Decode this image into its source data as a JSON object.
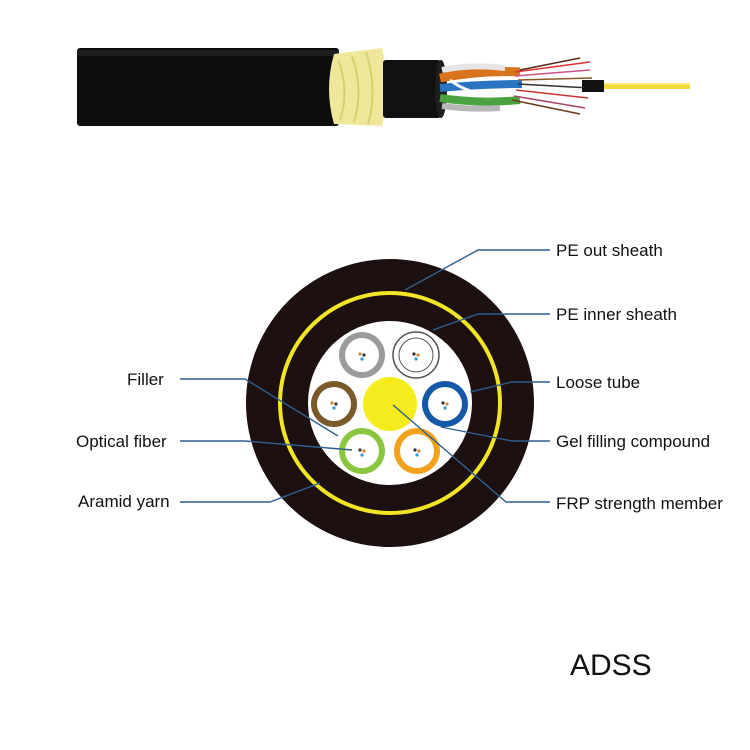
{
  "diagram": {
    "title": "ADSS",
    "labels": {
      "pe_out_sheath": "PE out sheath",
      "pe_inner_sheath": "PE inner sheath",
      "loose_tube": "Loose tube",
      "gel_filling_compound": "Gel filling compound",
      "frp_strength_member": "FRP strength member",
      "filler": "Filler",
      "optical_fiber": "Optical fiber",
      "aramid_yarn": "Aramid yarn"
    },
    "colors": {
      "outer_sheath": "#1c1010",
      "inner_ring": "#f2e526",
      "aramid": "#efe9a6",
      "leader_line": "#2f5f8f",
      "frp": "#f4ec1c",
      "tube_gray": "#9b9b9b",
      "tube_white": "#ffffff",
      "tube_brown": "#7a5a2a",
      "tube_blue": "#1558a8",
      "tube_green": "#8cc63f",
      "tube_orange": "#f3a21d"
    },
    "icons": [
      "cable-photo-icon",
      "cross-section-icon"
    ]
  }
}
